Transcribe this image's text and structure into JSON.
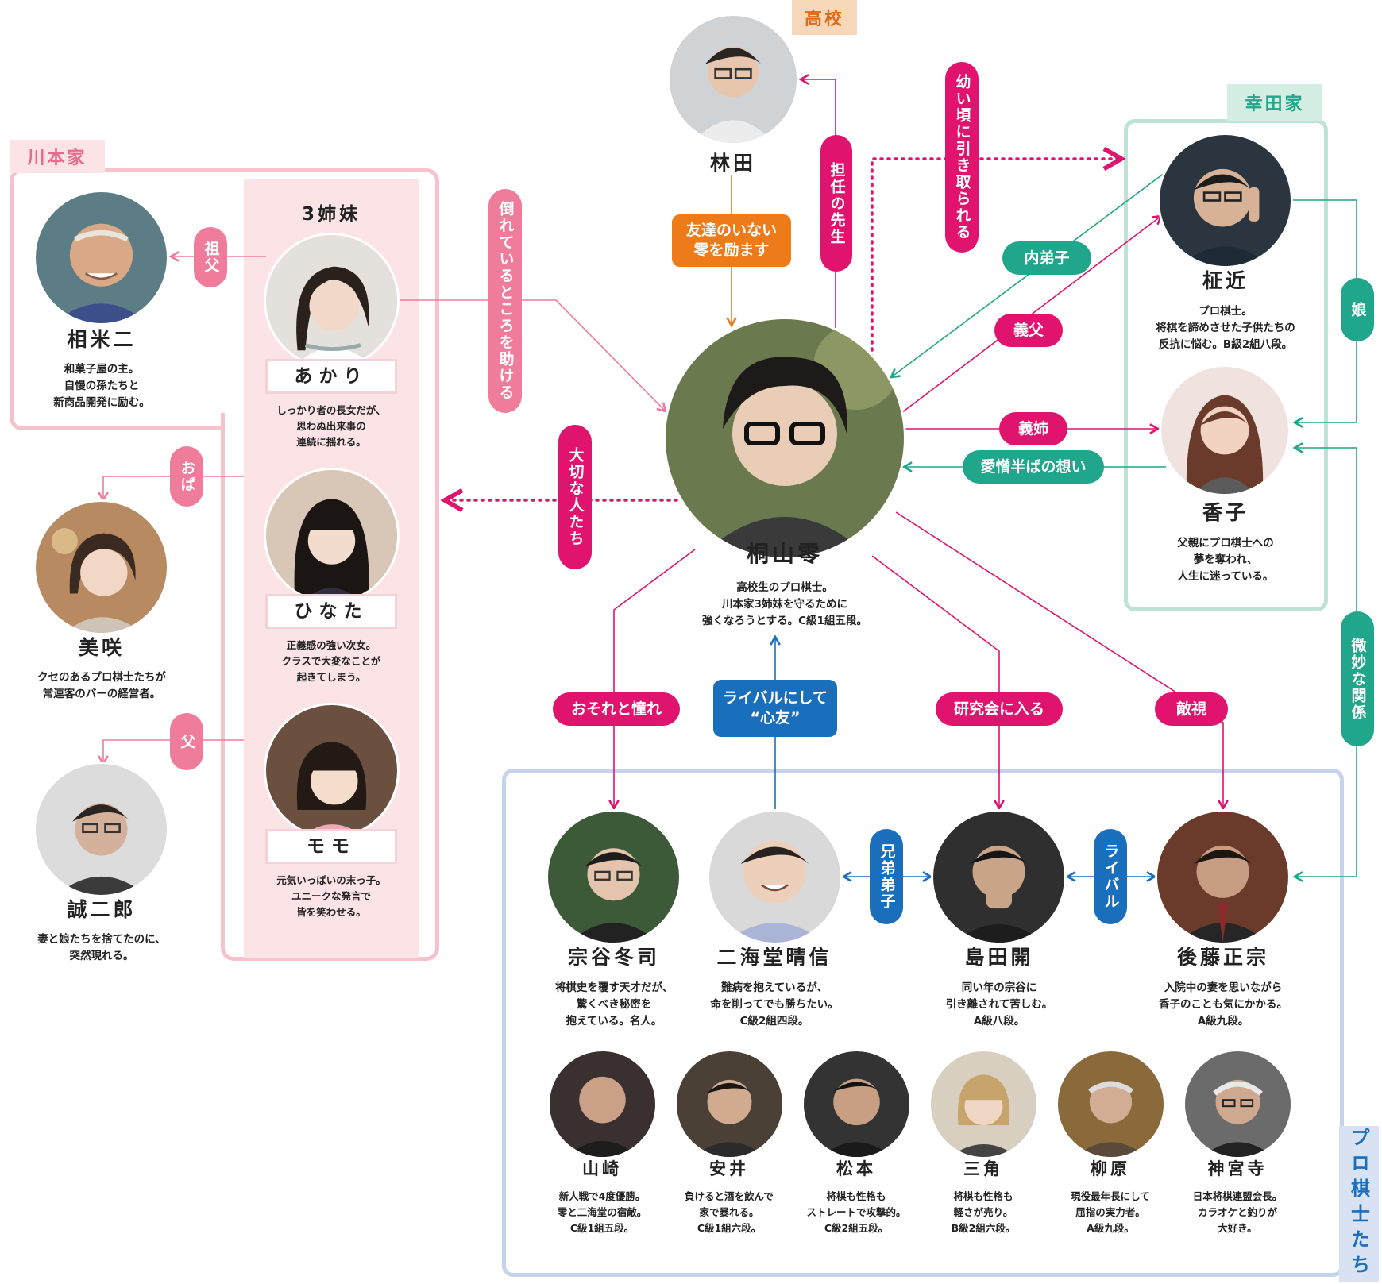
{
  "colors": {
    "pink": "#e0136f",
    "light_pink": "#f07c9c",
    "teal": "#20a68a",
    "orange": "#ee7b1a",
    "blue": "#1a6fbd",
    "kawamoto_bg": "#fbe3e6",
    "kawamoto_border": "#f6c3cc",
    "kouda_border": "#bfe2d6",
    "pro_border": "#b8c8e6",
    "school_tag_bg": "#f7d7b9"
  },
  "groups": {
    "school": "高校",
    "kouda": "幸田家",
    "kawamoto": "川本家",
    "sisters": "3姉妹",
    "pro": "プロ棋士たち"
  },
  "characters": {
    "rei": {
      "name": "桐山零",
      "desc": "高校生のプロ棋士。\n川本家3姉妹を守るために\n強くなろうとする。C級1組五段。"
    },
    "hayashida": {
      "name": "林田"
    },
    "masachika": {
      "name": "柾近",
      "desc": "プロ棋士。\n将棋を諦めさせた子供たちの\n反抗に悩む。B級2組八段。"
    },
    "kyoko": {
      "name": "香子",
      "desc": "父親にプロ棋士への\n夢を奪われ、\n人生に迷っている。"
    },
    "someji": {
      "name": "相米二",
      "desc": "和菓子屋の主。\n自慢の孫たちと\n新商品開発に励む。"
    },
    "akari": {
      "name": "あかり",
      "desc": "しっかり者の長女だが、\n思わぬ出来事の\n連続に揺れる。"
    },
    "hinata": {
      "name": "ひなた",
      "desc": "正義感の強い次女。\nクラスで大変なことが\n起きてしまう。"
    },
    "momo": {
      "name": "モモ",
      "desc": "元気いっぱいの末っ子。\nユニークな発言で\n皆を笑わせる。"
    },
    "misaki": {
      "name": "美咲",
      "desc": "クセのあるプロ棋士たちが\n常連客のバーの経営者。"
    },
    "seijiro": {
      "name": "誠二郎",
      "desc": "妻と娘たちを捨てたのに、\n突然現れる。"
    },
    "souya": {
      "name": "宗谷冬司",
      "desc": "将棋史を覆す天才だが、\n驚くべき秘密を\n抱えている。名人。"
    },
    "nikaido": {
      "name": "二海堂晴信",
      "desc": "難病を抱えているが、\n命を削ってでも勝ちたい。\nC級2組四段。"
    },
    "shimada": {
      "name": "島田開",
      "desc": "同い年の宗谷に\n引き離されて苦しむ。\nA級八段。"
    },
    "goto": {
      "name": "後藤正宗",
      "desc": "入院中の妻を思いながら\n香子のことも気にかかる。\nA級九段。"
    },
    "yamazaki": {
      "name": "山崎",
      "desc": "新人戦で4度優勝。\n零と二海堂の宿敵。\nC級1組五段。"
    },
    "yasui": {
      "name": "安井",
      "desc": "負けると酒を飲んで\n家で暴れる。\nC級1組六段。"
    },
    "matsumoto": {
      "name": "松本",
      "desc": "将棋も性格も\nストレートで攻撃的。\nC級2組五段。"
    },
    "misumi": {
      "name": "三角",
      "desc": "将棋も性格も\n軽さが売り。\nB級2組六段。"
    },
    "yanagihara": {
      "name": "柳原",
      "desc": "現役最年長にして\n屈指の実力者。\nA級九段。"
    },
    "jinguji": {
      "name": "神宮寺",
      "desc": "日本将棋連盟会長。\nカラオケと釣りが\n大好き。"
    }
  },
  "relations": {
    "encourage": "友達のいない\n零を励ます",
    "homeroom": "担任の先生",
    "adopted": "幼い頃に引き取られる",
    "helped": "倒れているところを助ける",
    "precious": "大切な人たち",
    "uchideshi": "内弟子",
    "stepfather": "義父",
    "stepsister": "義姉",
    "love_hate": "愛憎半ばの想い",
    "daughter": "娘",
    "subtle": "微妙な関係",
    "grandfather": "祖父",
    "aunt": "おば",
    "father": "父",
    "awe": "おそれと憧れ",
    "rival_friend": "ライバルにして\n“心友”",
    "study_group": "研究会に入る",
    "hostility": "敵視",
    "brother_disciples": "兄弟弟子",
    "rival": "ライバル"
  }
}
